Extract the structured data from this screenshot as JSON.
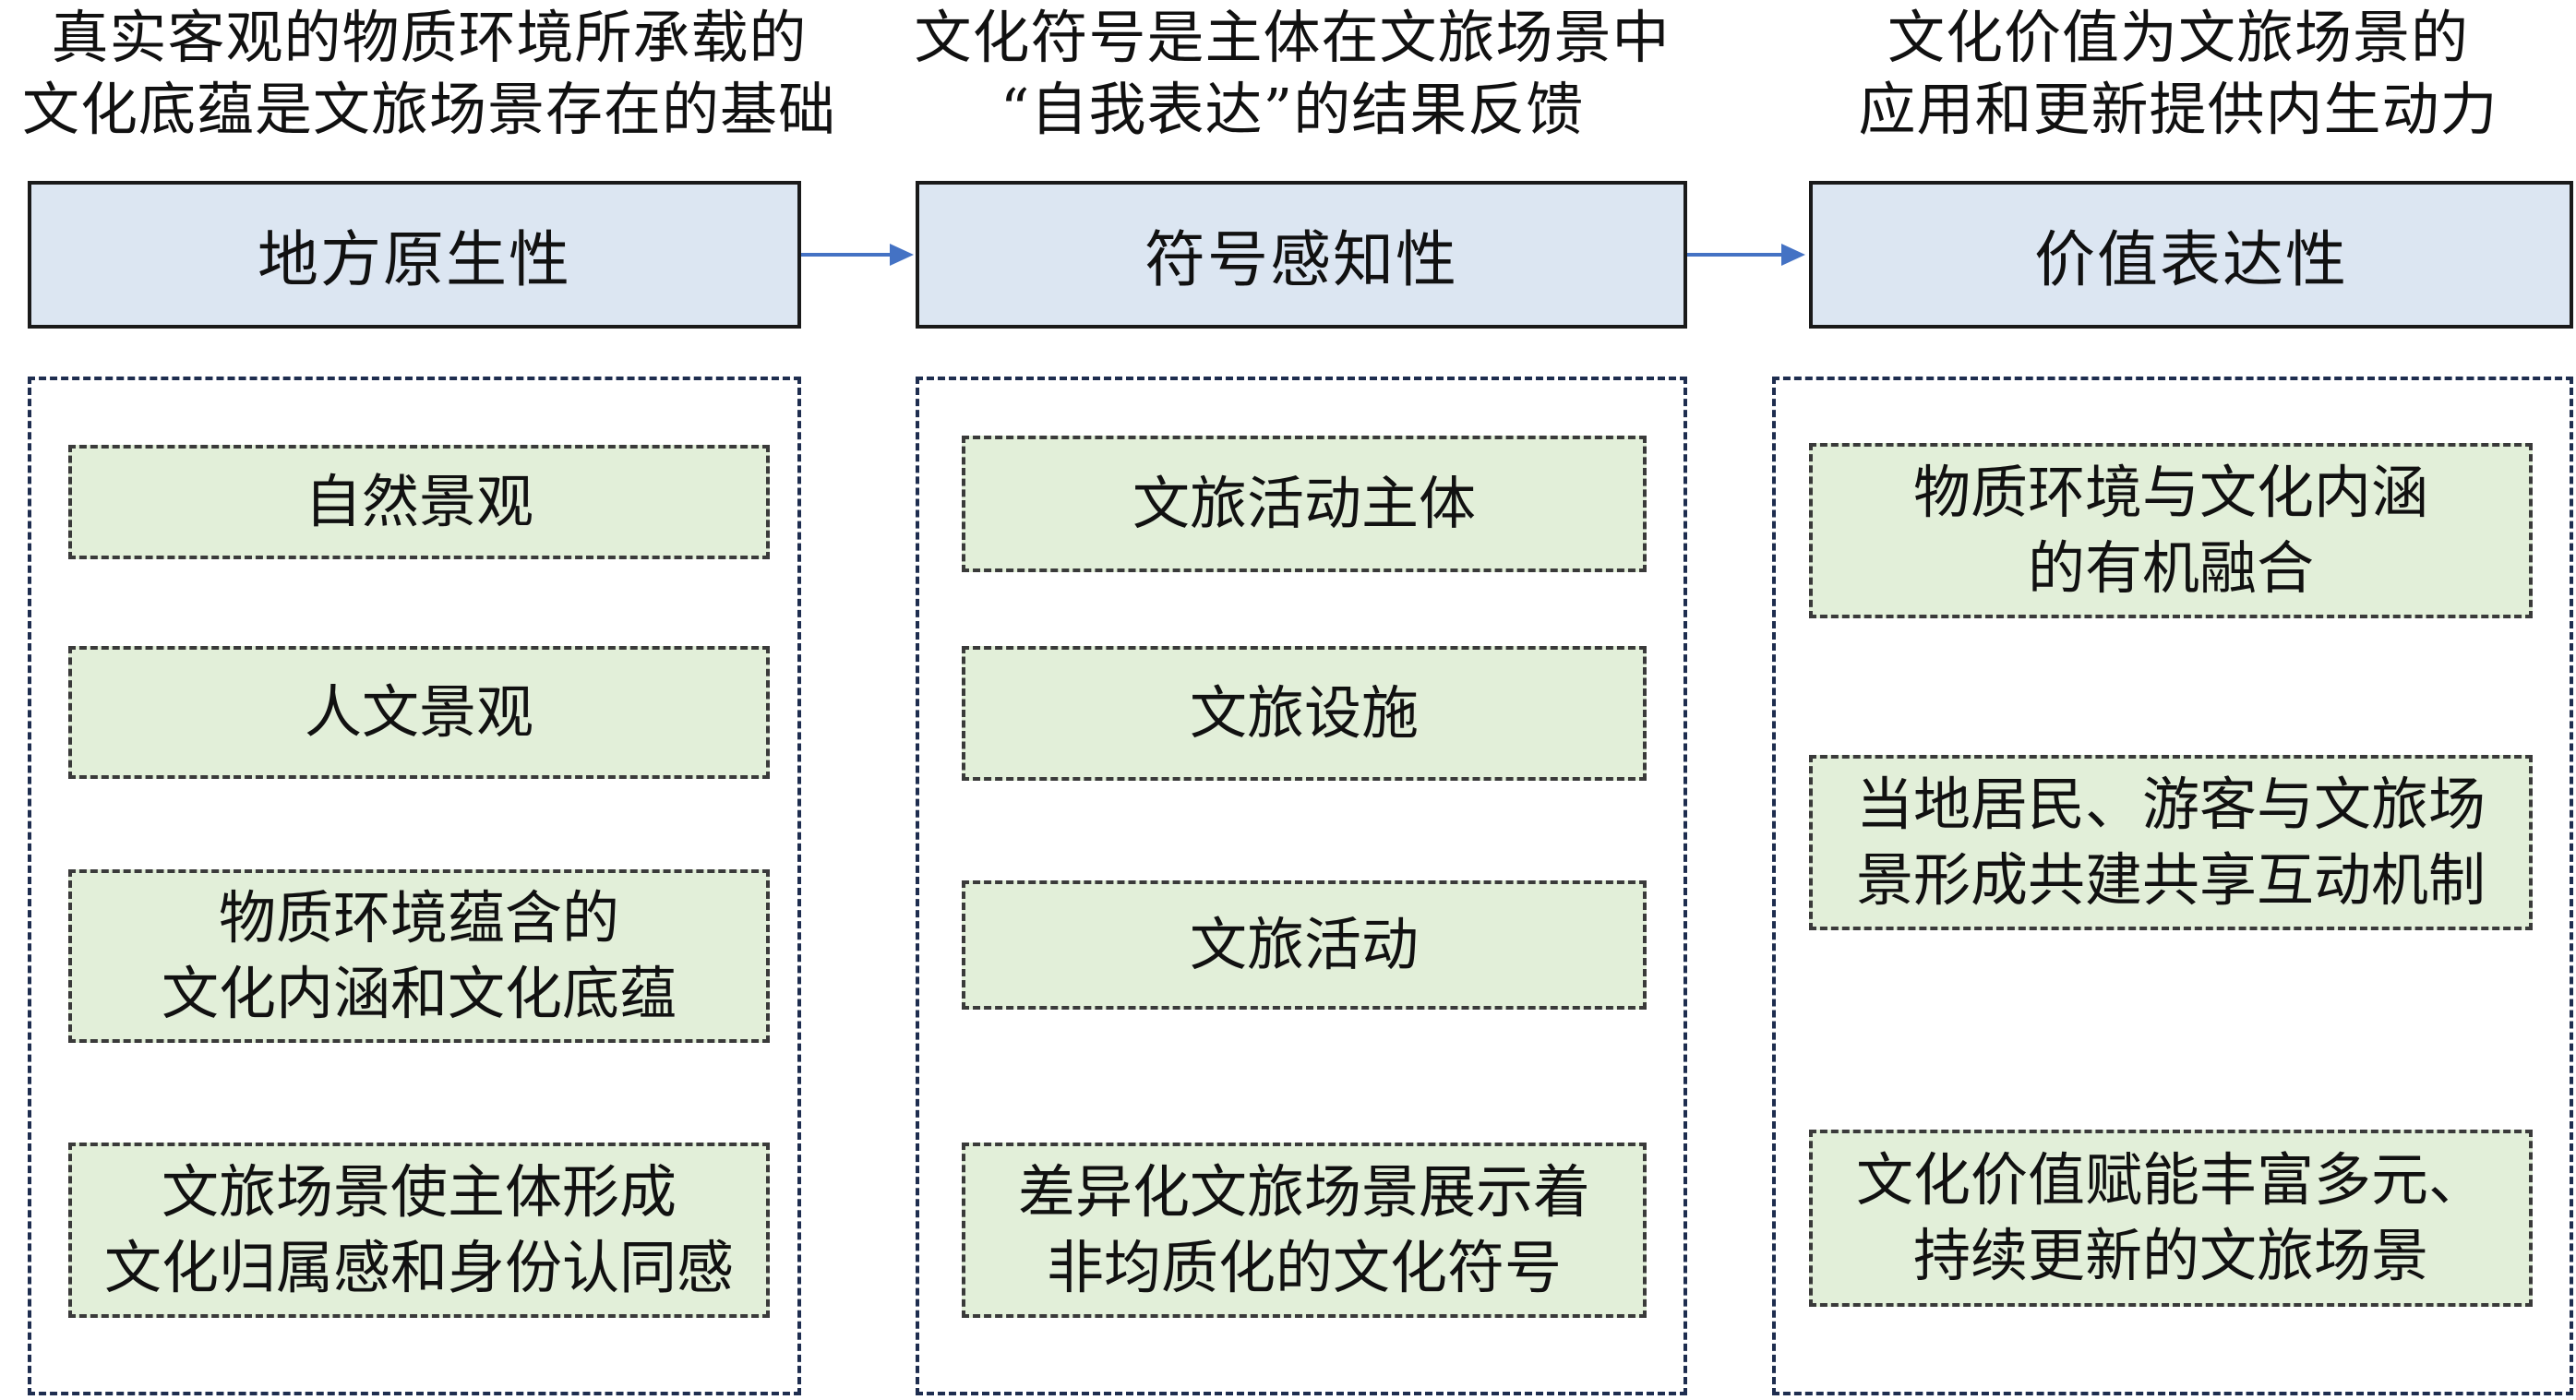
{
  "columns": [
    {
      "caption": [
        "真实客观的物质环境所承载的",
        "文化底蕴是文旅场景存在的基础"
      ],
      "header": "地方原生性",
      "items": [
        [
          "自然景观"
        ],
        [
          "人文景观"
        ],
        [
          "物质环境蕴含的",
          "文化内涵和文化底蕴"
        ],
        [
          "文旅场景使主体形成",
          "文化归属感和身份认同感"
        ]
      ]
    },
    {
      "caption": [
        "文化符号是主体在文旅场景中",
        "“自我表达”的结果反馈"
      ],
      "header": "符号感知性",
      "items": [
        [
          "文旅活动主体"
        ],
        [
          "文旅设施"
        ],
        [
          "文旅活动"
        ],
        [
          "差异化文旅场景展示着",
          "非均质化的文化符号"
        ]
      ]
    },
    {
      "caption": [
        "文化价值为文旅场景的",
        "应用和更新提供内生动力"
      ],
      "header": "价值表达性",
      "items": [
        [
          "物质环境与文化内涵",
          "的有机融合"
        ],
        [
          "当地居民、游客与文旅场",
          "景形成共建共享互动机制"
        ],
        [
          "文化价值赋能丰富多元、",
          "持续更新的文旅场景"
        ]
      ]
    }
  ],
  "colors": {
    "header_fill": "#dce6f2",
    "item_fill": "#e2efd9",
    "arrow": "#4472c4",
    "panel_border": "#1e2d4f"
  }
}
